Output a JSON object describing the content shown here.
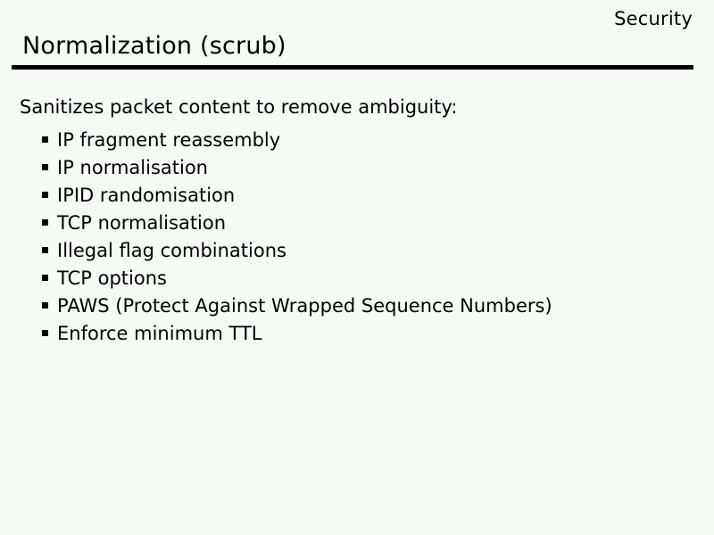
{
  "slide": {
    "corner_label": "Security",
    "title": "Normalization (scrub)",
    "intro": "Sanitizes packet content to remove ambiguity:",
    "bullets": [
      "IP fragment reassembly",
      "IP normalisation",
      "IPID randomisation",
      "TCP normalisation",
      "Illegal flag combinations",
      "TCP options",
      "PAWS (Protect Against Wrapped Sequence Numbers)",
      "Enforce minimum TTL"
    ],
    "colors": {
      "background": "#f5faf5",
      "text": "#000000",
      "rule": "#000000"
    }
  }
}
